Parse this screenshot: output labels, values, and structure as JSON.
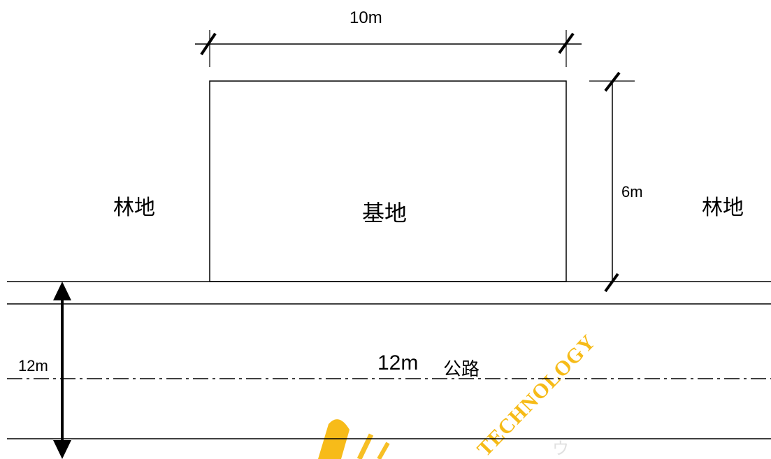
{
  "labels": {
    "width_dim": "10m",
    "depth_dim": "6m",
    "road_dim_side": "12m",
    "road_width": "12m",
    "road_name": "公路",
    "site": "基地",
    "forest_left": "林地",
    "forest_right": "林地"
  },
  "watermark": {
    "text": "TECHNOLOGY",
    "color": "#f6b400"
  },
  "colors": {
    "line": "#000000",
    "background": "#ffffff"
  }
}
